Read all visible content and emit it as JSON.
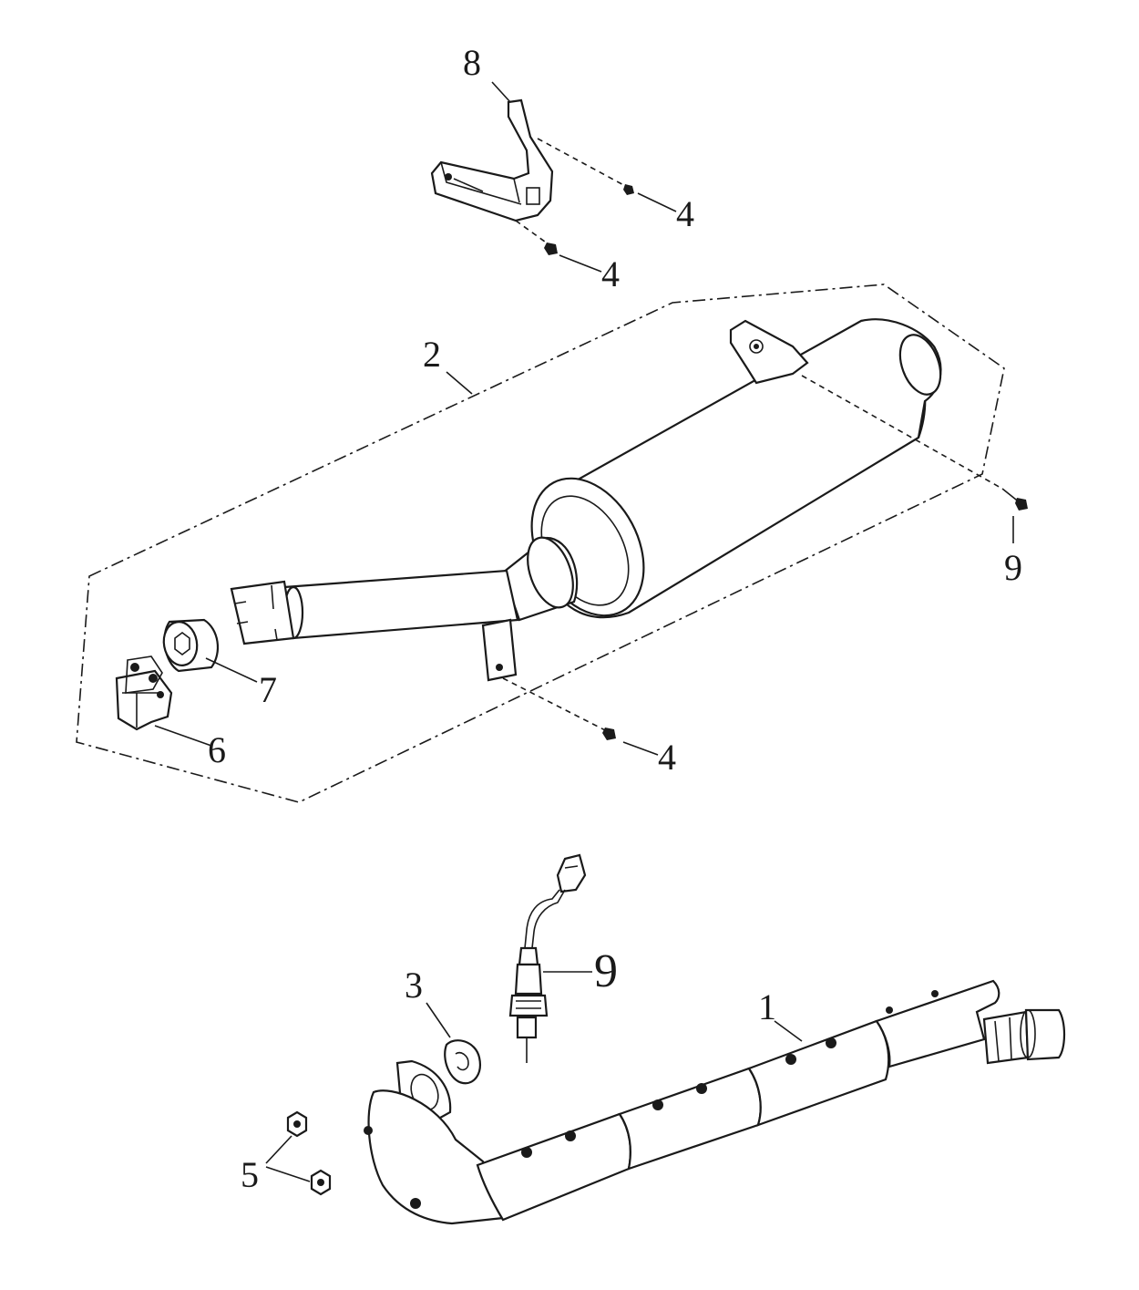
{
  "diagram": {
    "callouts": {
      "c8": "8",
      "c4_top_a": "4",
      "c4_top_b": "4",
      "c2": "2",
      "c9_right": "9",
      "c7": "7",
      "c6": "6",
      "c4_mid": "4",
      "c9_sensor": "9",
      "c3": "3",
      "c1": "1",
      "c5": "5"
    },
    "line_color": "#1a1a1a",
    "background": "#ffffff"
  }
}
